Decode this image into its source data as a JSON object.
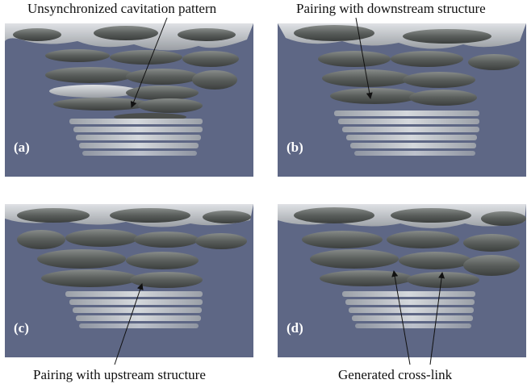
{
  "figure": {
    "panels": [
      {
        "label": "(a)",
        "annotation": "Unsynchronized cavitation pattern"
      },
      {
        "label": "(b)",
        "annotation": "Pairing with downstream structure"
      },
      {
        "label": "(c)",
        "annotation": "Pairing with upstream structure"
      },
      {
        "label": "(d)",
        "annotation": "Generated cross-link"
      }
    ]
  },
  "colors": {
    "background": "#5e6785",
    "structure_dark": "#565a56",
    "structure_light": "#c9cccd"
  }
}
